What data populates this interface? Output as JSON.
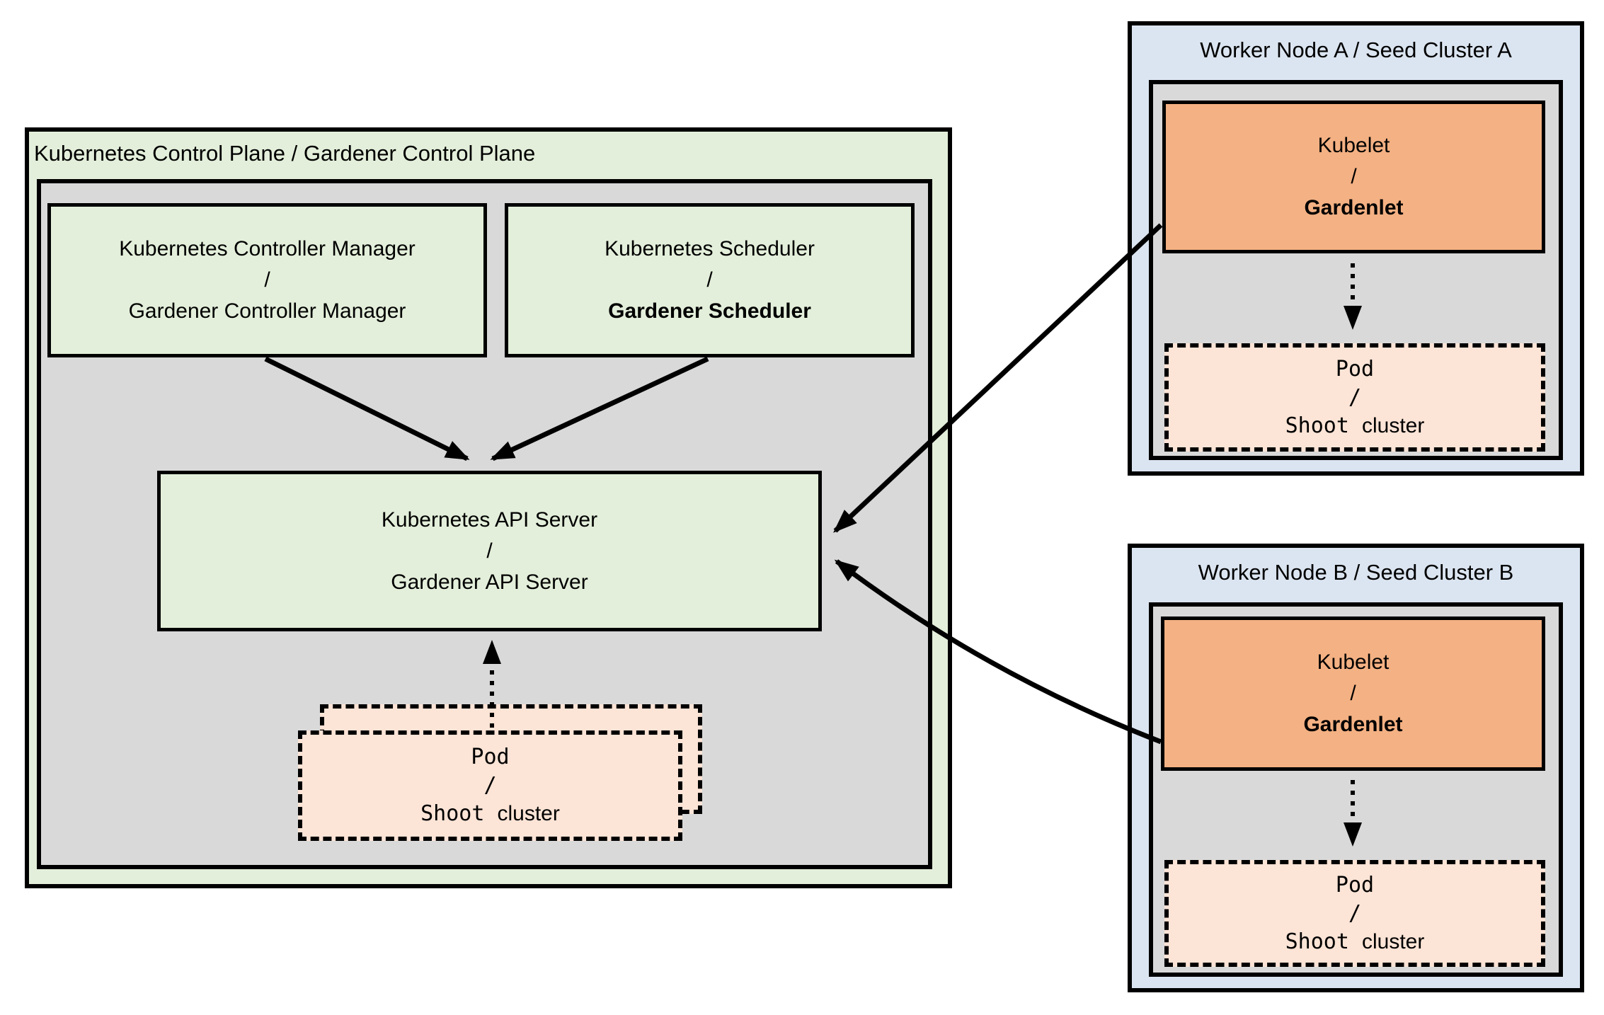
{
  "colors": {
    "green": "#e3efda",
    "gray": "#d9d9d9",
    "blue": "#dbe5f1",
    "orange": "#f4b183",
    "peach": "#fce4d6",
    "line": "#000000"
  },
  "control_plane": {
    "title": "Kubernetes Control Plane / Gardener Control Plane",
    "controller_manager": {
      "line1": "Kubernetes Controller Manager",
      "slash": "/",
      "line2": "Gardener Controller Manager"
    },
    "scheduler": {
      "line1": "Kubernetes Scheduler",
      "slash": "/",
      "line2": "Gardener Scheduler"
    },
    "api_server": {
      "line1": "Kubernetes API Server",
      "slash": "/",
      "line2": "Gardener API Server"
    }
  },
  "workers": {
    "a_title": "Worker Node A / Seed Cluster A",
    "b_title": "Worker Node B / Seed Cluster B"
  },
  "common": {
    "kubelet": {
      "line1": "Kubelet",
      "slash": "/",
      "line2": "Gardenlet"
    },
    "pod": {
      "line1": "Pod",
      "slash": "/",
      "shoot": "Shoot",
      "cluster": "cluster"
    }
  }
}
